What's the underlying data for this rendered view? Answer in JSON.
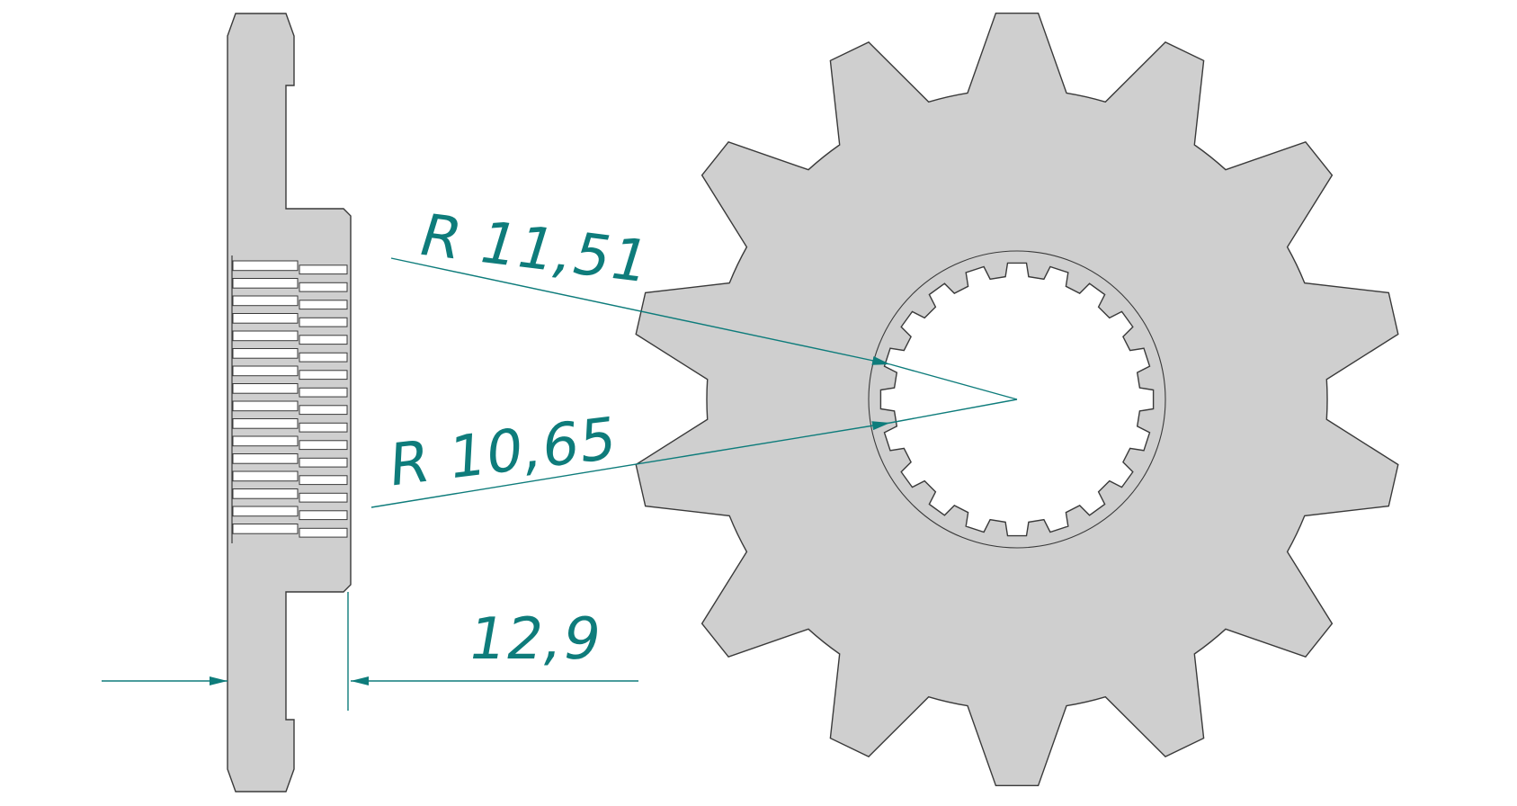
{
  "drawing": {
    "part_fill": "#cfcfcf",
    "outline_color": "#3a3a3a",
    "dimension_color": "#0e7c7b",
    "background": "#ffffff",
    "sprocket": {
      "teeth": 14,
      "spline_teeth": 20
    }
  },
  "dimensions": {
    "radius_outer_label": "R 11,51",
    "radius_inner_label": "R 10,65",
    "width_label": "12,9"
  }
}
